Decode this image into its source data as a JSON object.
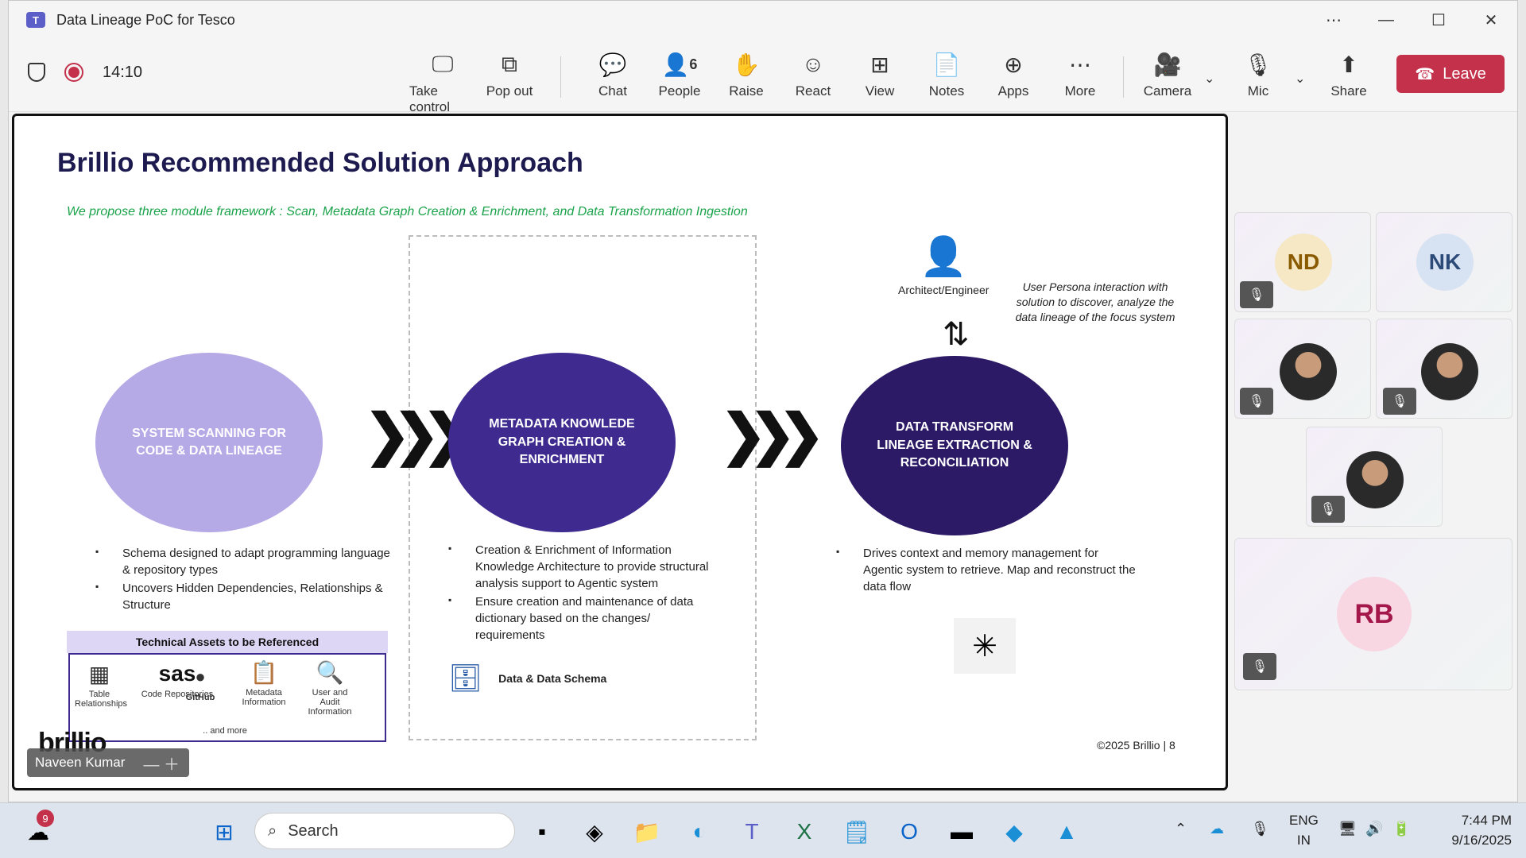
{
  "window": {
    "title": "Data Lineage PoC for Tesco"
  },
  "meeting": {
    "timer": "14:10",
    "toolbar": {
      "take_control": "Take control",
      "pop_out": "Pop out",
      "chat": "Chat",
      "people": "People",
      "people_count": "6",
      "raise": "Raise",
      "react": "React",
      "view": "View",
      "notes": "Notes",
      "apps": "Apps",
      "more": "More",
      "camera": "Camera",
      "mic": "Mic",
      "share": "Share",
      "leave": "Leave"
    },
    "presenter_name": "Naveen Kumar"
  },
  "slide": {
    "title": "Brillio Recommended Solution Approach",
    "subtitle": "We propose three module framework : Scan, Metadata Graph Creation & Enrichment, and Data Transformation Ingestion",
    "module1": {
      "title": "SYSTEM SCANNING FOR CODE & DATA LINEAGE",
      "bullets": [
        "Schema designed to adapt programming language & repository types",
        "Uncovers Hidden Dependencies, Relationships & Structure"
      ]
    },
    "module2": {
      "title": "METADATA KNOWLEDE GRAPH CREATION & ENRICHMENT",
      "bullets": [
        "Creation & Enrichment  of Information Knowledge Architecture to provide structural analysis support to Agentic system",
        "Ensure creation and maintenance of data dictionary based on the changes/ requirements"
      ],
      "data_label": "Data & Data Schema"
    },
    "module3": {
      "title": "DATA TRANSFORM LINEAGE EXTRACTION & RECONCILIATION",
      "bullets": [
        "Drives context and memory management for Agentic system to retrieve. Map and reconstruct the data flow"
      ]
    },
    "persona": {
      "label": "Architect/Engineer",
      "note": "User Persona interaction with solution to discover, analyze the data lineage of the focus system"
    },
    "assets": {
      "heading": "Technical Assets to be Referenced",
      "table": "Table Relationships",
      "code": "Code Repositories",
      "sas": "sas",
      "github": "GitHub",
      "metadata": "Metadata Information",
      "audit": "User and Audit Information",
      "more": ".. and more"
    },
    "logo": "brillio",
    "footer": "©2025 Brillio  |  8"
  },
  "participants": [
    {
      "initials": "ND",
      "color": "#f6e7c5",
      "text_color": "#8a5a00"
    },
    {
      "initials": "NK",
      "color": "#d7e2f2",
      "text_color": "#2b4a78"
    },
    {
      "initials": "RB",
      "color": "#f8d6e2",
      "text_color": "#a3174a"
    }
  ],
  "taskbar": {
    "notification_count": "9",
    "search_placeholder": "Search",
    "lang": "ENG",
    "region": "IN",
    "time": "7:44 PM",
    "date": "9/16/2025"
  }
}
